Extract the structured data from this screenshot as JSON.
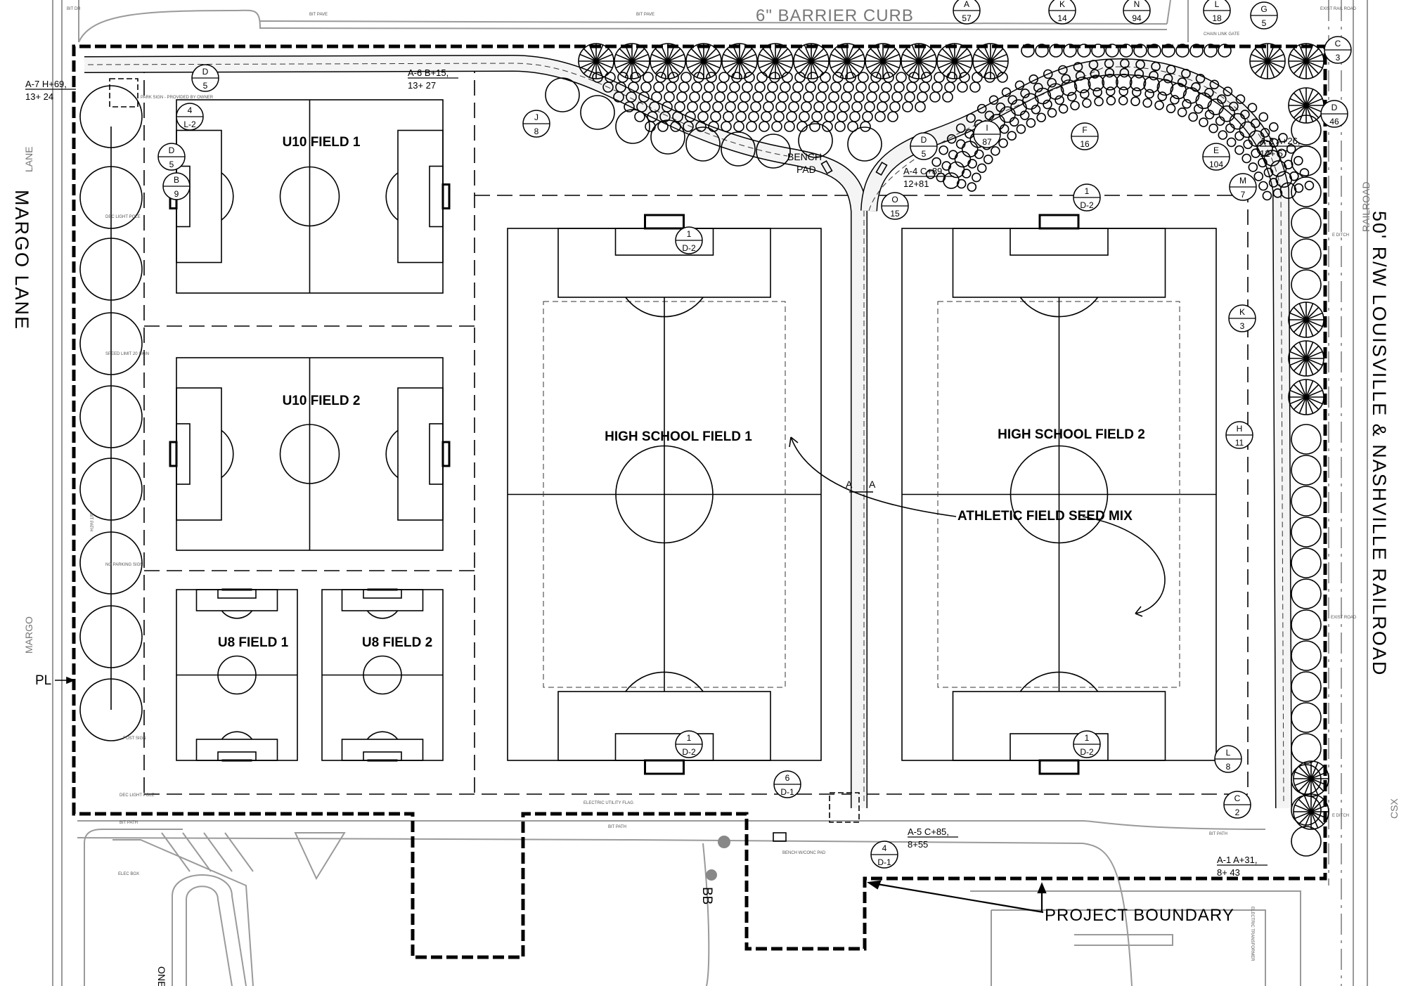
{
  "fields": [
    {
      "label": "U10 FIELD 1"
    },
    {
      "label": "U10 FIELD 2"
    },
    {
      "label": "U8 FIELD 1"
    },
    {
      "label": "U8 FIELD 2"
    },
    {
      "label": "HIGH SCHOOL FIELD 1"
    },
    {
      "label": "HIGH SCHOOL FIELD 2"
    }
  ],
  "labels": {
    "barrier_curb": "6\" BARRIER CURB",
    "margo_lane": "MARGO LANE",
    "lane": "LANE",
    "margo": "MARGO",
    "railroad_row": "50' R/W LOUISVILLE & NASHVILLE RAILROAD",
    "railroad": "RAILROAD",
    "csx": "CSX",
    "project_boundary": "PROJECT BOUNDARY",
    "seed_mix": "ATHLETIC FIELD SEED MIX",
    "pl": "PL",
    "bench": "BENCH",
    "pad": "PAD",
    "bb": "BB",
    "one": "ONE",
    "section_a": "A"
  },
  "small_notes": {
    "bit_dr": "BIT DR",
    "bit_pave": "BIT PAVE",
    "bit_pave_2": "BIT PAVE",
    "park_sign": "PARK SIGN - PROVIDED BY OWNER",
    "dec_light_pole": "DEC LIGHT POLE",
    "speed_limit": "SPEED LIMIT 20 SIGN",
    "bit_path": "BIT PATH",
    "no_parking": "NO PARKING SIGN",
    "post_sign": "POST SIGN",
    "dec_light_pole_2": "DEC LIGHT POLE",
    "bit_path_2": "BIT PATH",
    "elec_box": "ELEC BOX",
    "electric_flag": "ELECTRIC UTILITY FLAG",
    "bit_path_3": "BIT PATH",
    "bench_pad": "BENCH W/CONC PAD",
    "bit_path_4": "BIT PATH",
    "exist_rail_road": "EXIST RAIL ROAD",
    "ditch": "E DITCH",
    "exist_road": "EXIST ROAD",
    "ditch_2": "E DITCH",
    "chain_link_gate": "CHAIN LINK GATE",
    "electric_transformer": "ELECTRIC TRANSFORMER"
  },
  "callouts": [
    {
      "top": "A",
      "bottom": "57"
    },
    {
      "top": "K",
      "bottom": "14"
    },
    {
      "top": "N",
      "bottom": "94"
    },
    {
      "top": "L",
      "bottom": "18"
    },
    {
      "top": "G",
      "bottom": "5"
    },
    {
      "top": "C",
      "bottom": "3"
    },
    {
      "top": "D",
      "bottom": "46"
    },
    {
      "top": "I",
      "bottom": "87"
    },
    {
      "top": "F",
      "bottom": "16"
    },
    {
      "top": "E",
      "bottom": "104"
    },
    {
      "top": "M",
      "bottom": "7"
    },
    {
      "top": "D",
      "bottom": "5"
    },
    {
      "top": "O",
      "bottom": "15"
    },
    {
      "top": "J",
      "bottom": "8"
    },
    {
      "top": "D",
      "bottom": "5"
    },
    {
      "top": "4",
      "bottom": "L-2"
    },
    {
      "top": "D",
      "bottom": "5"
    },
    {
      "top": "B",
      "bottom": "9"
    },
    {
      "top": "1",
      "bottom": "D-2"
    },
    {
      "top": "1",
      "bottom": "D-2"
    },
    {
      "top": "1",
      "bottom": "D-2"
    },
    {
      "top": "1",
      "bottom": "D-2"
    },
    {
      "top": "K",
      "bottom": "3"
    },
    {
      "top": "H",
      "bottom": "11"
    },
    {
      "top": "L",
      "bottom": "8"
    },
    {
      "top": "C",
      "bottom": "2"
    },
    {
      "top": "6",
      "bottom": "D-1"
    },
    {
      "top": "4",
      "bottom": "D-1"
    }
  ],
  "stations": [
    {
      "line1": "A-7 H+69,",
      "line2": "13+ 24"
    },
    {
      "line1": "A-6 B+15,",
      "line2": "13+ 27"
    },
    {
      "line1": "A-4 C+89,",
      "line2": "12+81"
    },
    {
      "line1": "A-2 A+26,",
      "line2": "12+ 57"
    },
    {
      "line1": "A-5 C+85,",
      "line2": "8+55"
    },
    {
      "line1": "A-1 A+31,",
      "line2": "8+ 43"
    }
  ]
}
